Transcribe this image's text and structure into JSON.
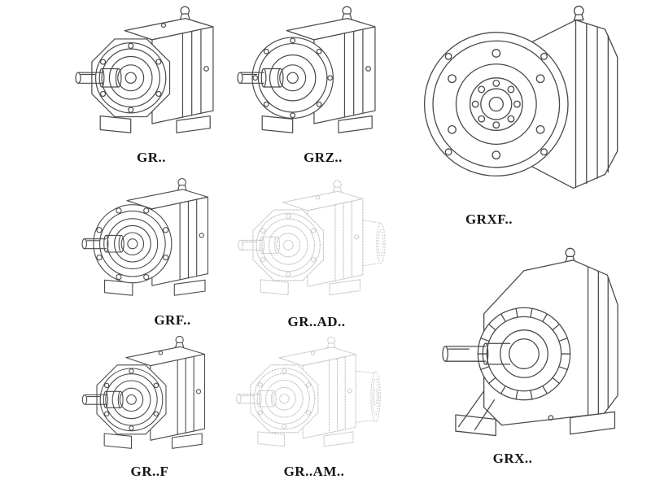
{
  "style": {
    "background": "#ffffff",
    "line_color": "#4b4b4b",
    "ghost_line_color": "#c7c7c7",
    "label_color": "#141414"
  },
  "figures": [
    {
      "label": "GR..",
      "drawing": "helical-gear-unit-foot-mounted"
    },
    {
      "label": "GRZ..",
      "drawing": "helical-gear-unit-foot-mounted-round-endplate"
    },
    {
      "label": "GRXF..",
      "drawing": "helical-gear-unit-large-flange-mounted"
    },
    {
      "label": "GRF..",
      "drawing": "helical-gear-unit-flange-with-feet"
    },
    {
      "label": "GR..AD..",
      "drawing": "helical-gear-unit-with-input-shaft-adapter-ghost"
    },
    {
      "label": "GR..F",
      "drawing": "helical-gear-unit-foot-mounted"
    },
    {
      "label": "GR..AM..",
      "drawing": "helical-gear-unit-with-motor-adapter-flange-ghost"
    },
    {
      "label": "GRX..",
      "drawing": "helical-gear-unit-large-foot-mounted"
    }
  ]
}
